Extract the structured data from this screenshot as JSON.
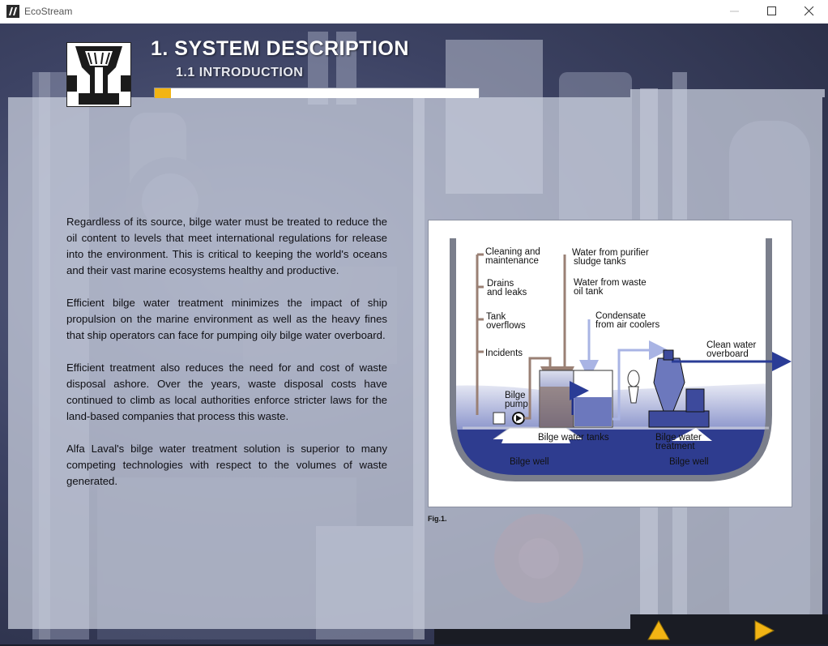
{
  "window": {
    "title": "EcoStream"
  },
  "header": {
    "title": "1. SYSTEM DESCRIPTION",
    "subtitle": "1.1 INTRODUCTION"
  },
  "content": {
    "paragraphs": [
      "Regardless of its source, bilge water must be treated to reduce the oil content to levels that meet international regulations for release into the environment. This is critical to keeping the world's oceans and their vast marine ecosystems healthy and productive.",
      "Efficient bilge water treatment minimizes the impact of ship propulsion on the marine environment as well as the heavy fines that ship operators can face for pumping oily bilge water overboard.",
      "Efficient treatment also reduces the need for and cost of waste disposal ashore. Over the years, waste disposal costs have continued to climb as local authorities enforce stricter laws for the land-based companies that process this waste.",
      "Alfa Laval's bilge water treatment solution is superior to many competing technologies with respect to the volumes of waste generated."
    ]
  },
  "figure": {
    "caption": "Fig.1.",
    "labels": {
      "cleaning_1": "Cleaning and",
      "cleaning_2": "maintenance",
      "drains_1": "Drains",
      "drains_2": "and leaks",
      "tank_1": "Tank",
      "tank_2": "overflows",
      "incidents": "Incidents",
      "purifier_1": "Water from purifier",
      "purifier_2": "sludge tanks",
      "waste_1": "Water from waste",
      "waste_2": "oil tank",
      "condensate_1": "Condensate",
      "condensate_2": "from air coolers",
      "clean_1": "Clean water",
      "clean_2": "overboard",
      "pump_1": "Bilge",
      "pump_2": "pump",
      "tanks": "Bilge water tanks",
      "treatment_1": "Bilge water",
      "treatment_2": "treatment",
      "well_left": "Bilge well",
      "well_right": "Bilge well"
    }
  },
  "nav": {
    "up_icon": "triangle-up-icon",
    "next_icon": "triangle-right-icon"
  },
  "colors": {
    "accent": "#f2b414",
    "water": "#2f3f93",
    "pipe": "#a38a7a"
  }
}
